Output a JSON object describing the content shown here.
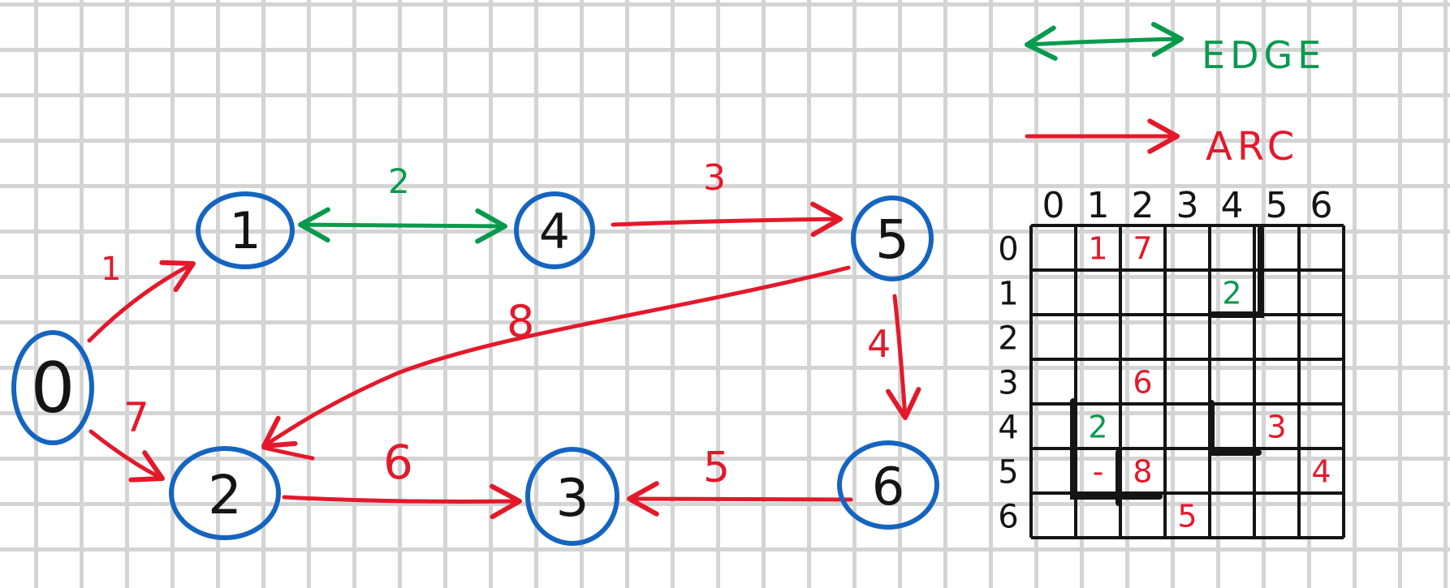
{
  "colors": {
    "edge": "#0a9a4e",
    "arc": "#e3192b",
    "node": "#1565c0",
    "ink": "#141414",
    "grid": "#d4d4d4",
    "paper": "#ffffff"
  },
  "legend": {
    "edge_label": "EDGE",
    "arc_label": "ARC"
  },
  "graph": {
    "nodes": [
      {
        "id": "0",
        "label": "0"
      },
      {
        "id": "1",
        "label": "1"
      },
      {
        "id": "2",
        "label": "2"
      },
      {
        "id": "3",
        "label": "3"
      },
      {
        "id": "4",
        "label": "4"
      },
      {
        "id": "5",
        "label": "5"
      },
      {
        "id": "6",
        "label": "6"
      }
    ],
    "links": [
      {
        "from": "0",
        "to": "1",
        "kind": "arc",
        "weight": "1"
      },
      {
        "from": "0",
        "to": "2",
        "kind": "arc",
        "weight": "7"
      },
      {
        "from": "1",
        "to": "4",
        "kind": "edge",
        "weight": "2"
      },
      {
        "from": "4",
        "to": "5",
        "kind": "arc",
        "weight": "3"
      },
      {
        "from": "5",
        "to": "2",
        "kind": "arc",
        "weight": "8"
      },
      {
        "from": "5",
        "to": "6",
        "kind": "arc",
        "weight": "4"
      },
      {
        "from": "2",
        "to": "3",
        "kind": "arc",
        "weight": "6"
      },
      {
        "from": "6",
        "to": "3",
        "kind": "arc",
        "weight": "5"
      }
    ]
  },
  "matrix": {
    "col_headers": [
      "0",
      "1",
      "2",
      "3",
      "4",
      "5",
      "6"
    ],
    "row_headers": [
      "0",
      "1",
      "2",
      "3",
      "4",
      "5",
      "6"
    ],
    "cells": [
      {
        "row": 0,
        "col": 1,
        "value": "1",
        "kind": "arc"
      },
      {
        "row": 0,
        "col": 2,
        "value": "7",
        "kind": "arc"
      },
      {
        "row": 1,
        "col": 4,
        "value": "2",
        "kind": "edge"
      },
      {
        "row": 3,
        "col": 2,
        "value": "6",
        "kind": "arc"
      },
      {
        "row": 4,
        "col": 1,
        "value": "2",
        "kind": "edge"
      },
      {
        "row": 4,
        "col": 5,
        "value": "3",
        "kind": "arc"
      },
      {
        "row": 5,
        "col": 1,
        "value": "-",
        "kind": "arc"
      },
      {
        "row": 5,
        "col": 2,
        "value": "8",
        "kind": "arc"
      },
      {
        "row": 5,
        "col": 6,
        "value": "4",
        "kind": "arc"
      },
      {
        "row": 6,
        "col": 3,
        "value": "5",
        "kind": "arc"
      }
    ]
  }
}
